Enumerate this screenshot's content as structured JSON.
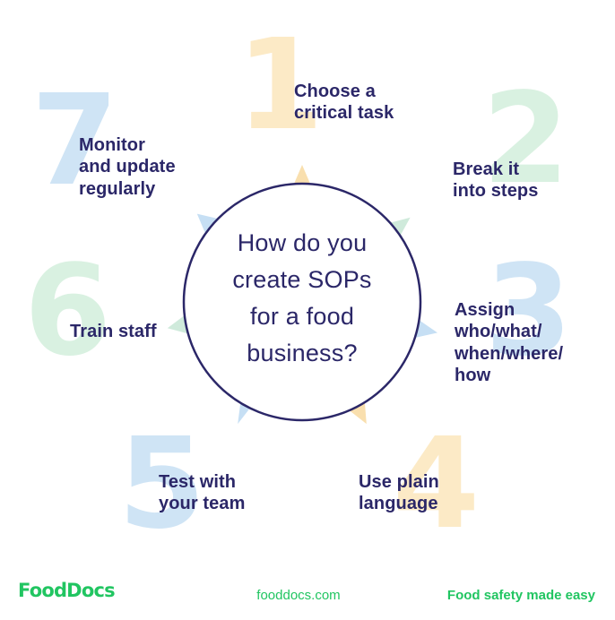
{
  "title": "How do you\ncreate SOPs\nfor a food\nbusiness?",
  "steps": [
    {
      "number": "1",
      "label": "Choose a\ncritical task",
      "color": "cream"
    },
    {
      "number": "2",
      "label": "Break it\ninto steps",
      "color": "green"
    },
    {
      "number": "3",
      "label": "Assign\nwho/what/\nwhen/where/\nhow",
      "color": "blue"
    },
    {
      "number": "4",
      "label": "Use plain\nlanguage",
      "color": "cream"
    },
    {
      "number": "5",
      "label": "Test with\nyour team",
      "color": "blue"
    },
    {
      "number": "6",
      "label": "Train staff",
      "color": "green"
    },
    {
      "number": "7",
      "label": "Monitor\nand update\nregularly",
      "color": "blue"
    }
  ],
  "triangles": [
    {
      "position": "top",
      "color": "cream"
    },
    {
      "position": "top-right",
      "color": "green"
    },
    {
      "position": "right",
      "color": "blue"
    },
    {
      "position": "bottom-right",
      "color": "cream"
    },
    {
      "position": "bottom-left",
      "color": "blue"
    },
    {
      "position": "left",
      "color": "green"
    },
    {
      "position": "top-left",
      "color": "blue"
    }
  ],
  "footer": {
    "logo": "FoodDocs",
    "url": "fooddocs.com",
    "tagline": "Food safety made easy"
  },
  "palette": {
    "navy": "#2b2768",
    "blue": "#cfe4f5",
    "green": "#d9f1e1",
    "cream": "#fceac6",
    "triangle_blue": "#c6dff4",
    "triangle_green": "#cfeadb",
    "triangle_cream": "#f9dfae",
    "footer_green": "#21c561",
    "circle_fill": "#ffffff"
  }
}
